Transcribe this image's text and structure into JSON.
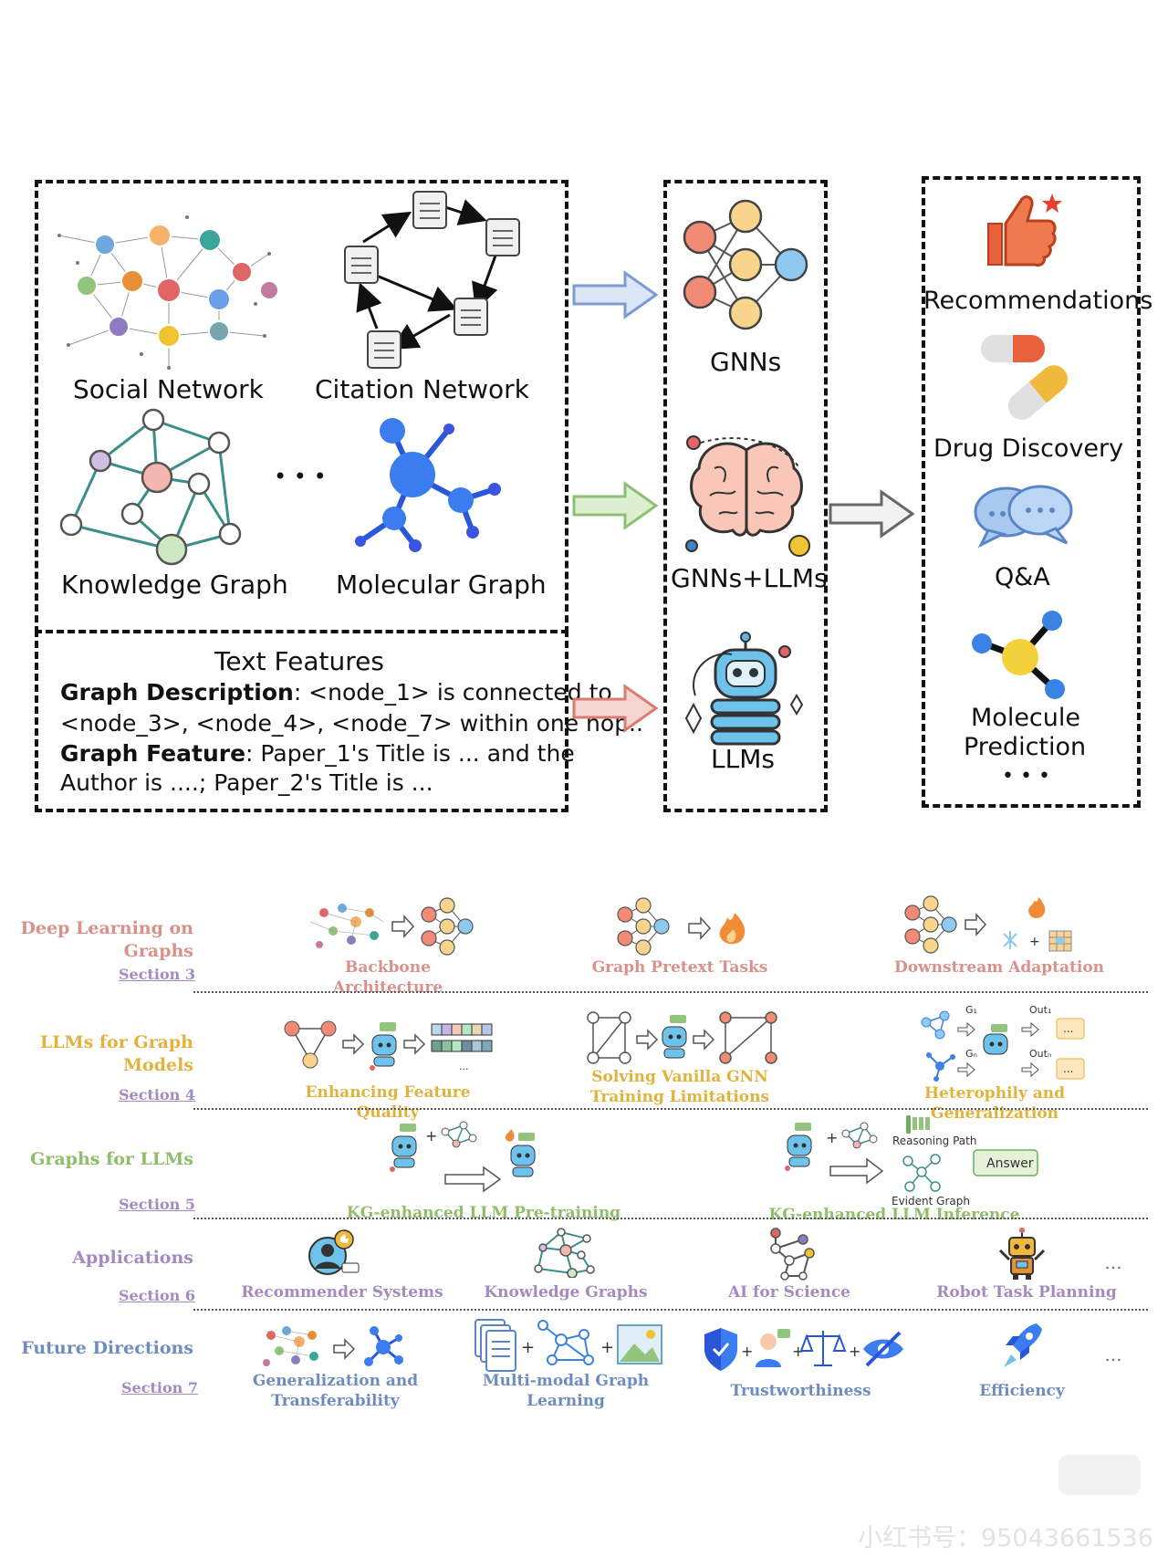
{
  "top": {
    "graphs": {
      "social": "Social Network",
      "citation": "Citation Network",
      "knowledge": "Knowledge Graph",
      "molecular": "Molecular Graph",
      "ellipsis": "• • •"
    },
    "text_features": {
      "title": "Text Features",
      "desc_label": "Graph Description",
      "desc_text": ": <node_1> is connected to",
      "desc_line2": "<node_3>, <node_4>, <node_7> within one hop..",
      "feat_label": "Graph Feature",
      "feat_text": ": Paper_1's Title is ... and the",
      "feat_line2": "Author is ....;  Paper_2's Title  is ..."
    },
    "models": {
      "gnns": "GNNs",
      "hybrid": "GNNs+LLMs",
      "llms": "LLMs"
    },
    "applications": {
      "rec": "Recommendations",
      "drug": "Drug Discovery",
      "qa": "Q&A",
      "mol1": "Molecule",
      "mol2": "Prediction",
      "ellipsis": "• • •"
    }
  },
  "rows": [
    {
      "title": "Deep Learning on Graphs",
      "section": "Section 3",
      "color": "#d9918a",
      "items": [
        "Backbone Architecture",
        "Graph Pretext Tasks",
        "Downstream Adaptation"
      ]
    },
    {
      "title": "LLMs for Graph Models",
      "section": "Section 4",
      "color": "#e1b33c",
      "items": [
        "Enhancing Feature Quality",
        "Solving Vanilla GNN Training Limitations",
        "Heterophily and Generalization"
      ]
    },
    {
      "title": "Graphs for LLMs",
      "section": "Section 5",
      "color": "#8fbe6b",
      "items": [
        "KG-enhanced LLM  Pre-training",
        "KG-enhanced LLM  Inference"
      ]
    },
    {
      "title": "Applications",
      "section": "Section 6",
      "color": "#a38ac1",
      "items": [
        "Recommender Systems",
        "Knowledge Graphs",
        "AI for Science",
        "Robot Task Planning",
        "..."
      ]
    },
    {
      "title": "Future Directions",
      "section": "Section 7",
      "color": "#6f8cc0",
      "items": [
        "Generalization and Transferability",
        "Multi-modal Graph Learning",
        "Trustworthiness",
        "Efficiency",
        "..."
      ]
    }
  ],
  "icon_text": {
    "g1": "G",
    "gn": "G",
    "out1": "Out",
    "outn": "Out",
    "answer": "Answer",
    "reasoning": "Reasoning Path",
    "evident": "Evident Graph",
    "dots": "...",
    "plus": "+"
  },
  "watermark": "小红书号：95043661536",
  "colors": {
    "blue_arrow": "#aac4ea",
    "green_arrow": "#b7d8a3",
    "red_arrow": "#e59a93",
    "gray_arrow": "#c8c8c8"
  }
}
